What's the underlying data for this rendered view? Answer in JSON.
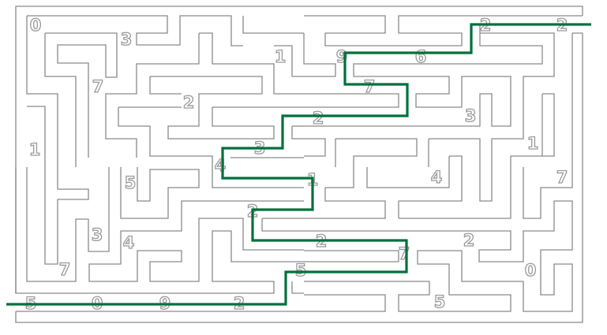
{
  "puzzle": {
    "type": "maze",
    "numbers": [
      "0",
      "3",
      "1",
      "9",
      "6",
      "2",
      "2",
      "7",
      "7",
      "2",
      "2",
      "3",
      "3",
      "1",
      "1",
      "4",
      "5",
      "1",
      "4",
      "7",
      "2",
      "3",
      "4",
      "2",
      "2",
      "7",
      "7",
      "5",
      "0",
      "5",
      "0",
      "9",
      "2",
      "5"
    ]
  },
  "colors": {
    "wall": "#8a8a8a",
    "solution_path": "#00703c",
    "number_outline": "#9a9a9a"
  }
}
